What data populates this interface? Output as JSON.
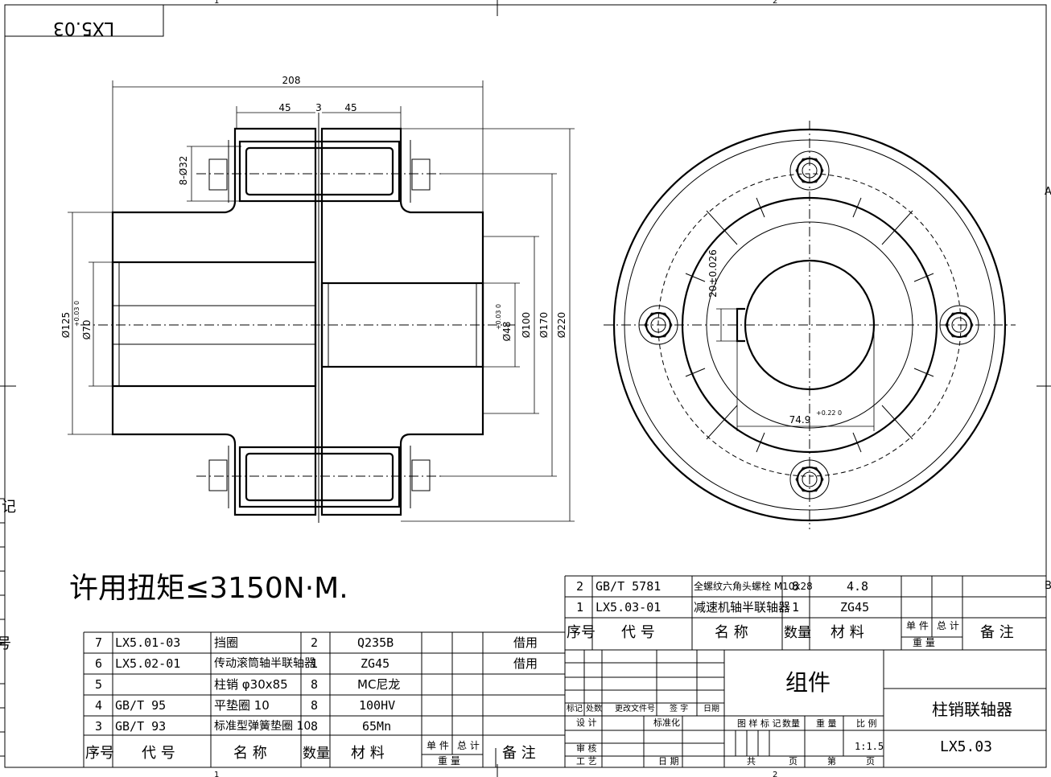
{
  "drawing_code_box": "LX5.03",
  "torque_note": "许用扭矩≤3150N·M.",
  "title_block": {
    "assembly": "组件",
    "name": "柱销联轴器",
    "code": "LX5.03",
    "scale": "1:1.5",
    "labels": {
      "mark": "标记",
      "zone": "处数",
      "change_doc": "更改文件号",
      "sign": "签 字",
      "date": "日期",
      "design": "设 计",
      "standardize": "标准化",
      "review": "审 核",
      "process": "工 艺",
      "date2": "日 期",
      "stage_mark": "图 样 标 记",
      "qty": "数量",
      "weight": "重 量",
      "ratio": "比 例",
      "total": "共",
      "page": "页",
      "nth": "第",
      "page2": "页"
    }
  },
  "bom_right": {
    "rows": [
      {
        "no": "2",
        "code": "GB/T 5781",
        "name": "全螺纹六角头螺栓 M10x28",
        "qty": "8",
        "material": "4.8"
      },
      {
        "no": "1",
        "code": "LX5.03-01",
        "name": "减速机轴半联轴器",
        "qty": "1",
        "material": "ZG45"
      }
    ],
    "header": {
      "no": "序号",
      "code": "代      号",
      "name": "名      称",
      "qty": "数量",
      "material": "材      料",
      "unit_weight": "单 件",
      "total_weight": "总 计",
      "weight": "重     量",
      "remark": "备      注"
    }
  },
  "bom_left": {
    "rows": [
      {
        "no": "7",
        "code": "LX5.01-03",
        "name": "挡圈",
        "qty": "2",
        "material": "Q235B",
        "remark": "借用"
      },
      {
        "no": "6",
        "code": "LX5.02-01",
        "name": "传动滚筒轴半联轴器",
        "qty": "1",
        "material": "ZG45",
        "remark": "借用"
      },
      {
        "no": "5",
        "code": "",
        "name": "柱销 φ30x85",
        "qty": "8",
        "material": "MC尼龙",
        "remark": ""
      },
      {
        "no": "4",
        "code": "GB/T 95",
        "name": "平垫圈 10",
        "qty": "8",
        "material": "100HV",
        "remark": ""
      },
      {
        "no": "3",
        "code": "GB/T 93",
        "name": "标准型弹簧垫圈 10",
        "qty": "8",
        "material": "65Mn",
        "remark": ""
      }
    ],
    "header": {
      "no": "序号",
      "code": "代      号",
      "name": "名      称",
      "qty": "数量",
      "material": "材      料",
      "unit_weight": "单 件",
      "total_weight": "总 计",
      "weight": "重     量",
      "remark": "备      注"
    }
  },
  "dimensions": {
    "overall_length": "208",
    "hub_left": "45",
    "gap": "3",
    "hub_right": "45",
    "pin_holes": "8-Ø32",
    "d125": "Ø125",
    "d70": "Ø70",
    "d70_tol": "+0.03\n0",
    "d48": "Ø48",
    "d48_tol": "+0.03\n0",
    "d100": "Ø100",
    "d170": "Ø170",
    "d220": "Ø220",
    "keyway": "20±0.026",
    "keyway_depth": "74.9",
    "keyway_depth_tol": "+0.22\n0"
  },
  "border": {
    "zone_top_1": "1",
    "zone_top_2": "2",
    "zone_bottom_1": "1",
    "zone_bottom_2": "2",
    "zone_right_a": "A",
    "zone_right_b": "B",
    "side_mark_1": "记",
    "side_mark_2": "号"
  }
}
